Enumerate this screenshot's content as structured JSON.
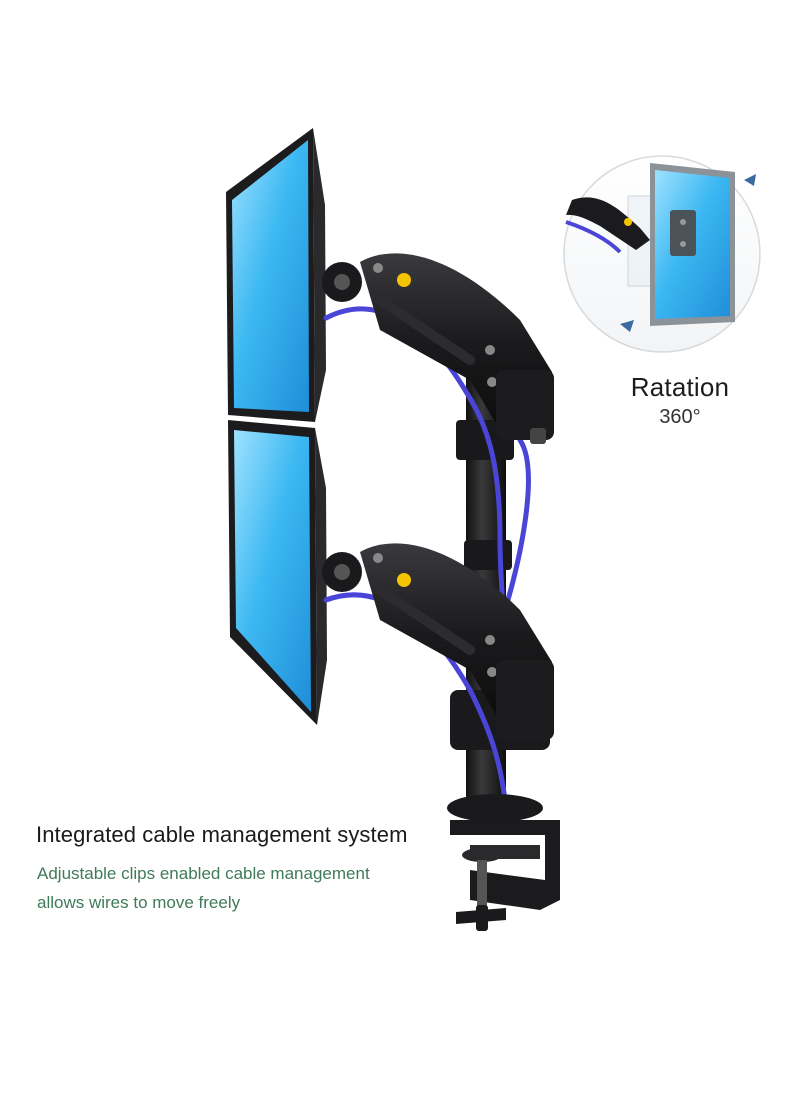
{
  "inset": {
    "title": "Ratation",
    "subtitle": "360°"
  },
  "caption": {
    "title": "Integrated cable management system",
    "line1": "Adjustable clips enabled cable management",
    "line2": "allows wires to move freely"
  },
  "colors": {
    "screen": "#38b6f0",
    "screen_light": "#8fd9ff",
    "frame": "#1e1e1e",
    "arm": "#1a1a1c",
    "cable": "#4a45d6",
    "badge": "#f5c400",
    "caption_accent": "#3f7a5a"
  }
}
